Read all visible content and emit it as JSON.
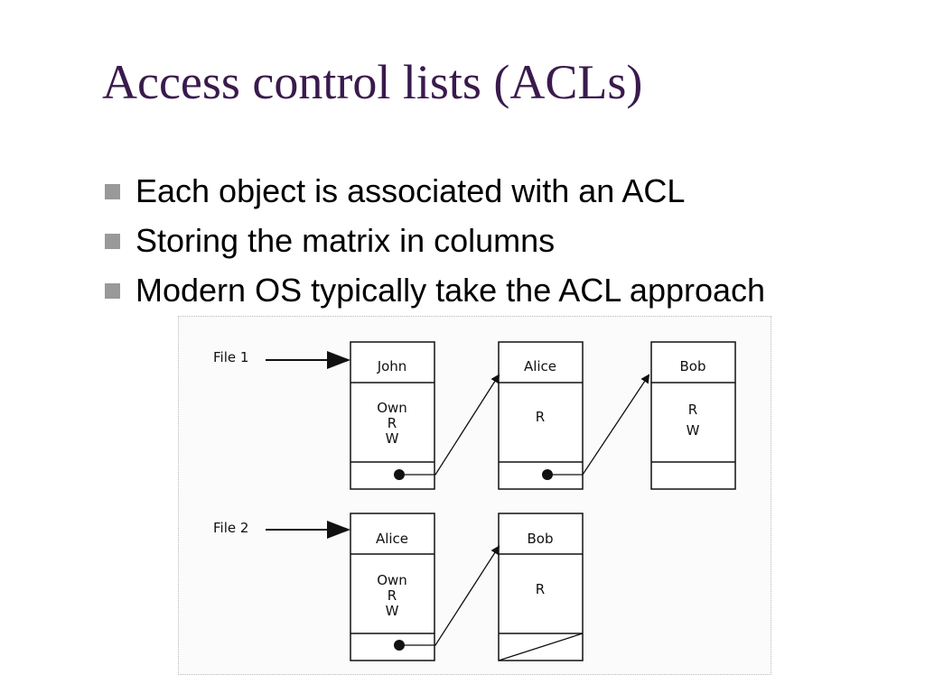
{
  "colors": {
    "title": "#3a1a4d",
    "bullet": "#999999",
    "ink": "#111111"
  },
  "slide": {
    "title": "Access control lists (ACLs)",
    "bullets": [
      "Each object is associated with an ACL",
      "Storing the matrix in columns",
      "Modern OS typically take the ACL approach"
    ]
  },
  "diagram": {
    "file1": {
      "label": "File 1",
      "entries": [
        {
          "user": "John",
          "rights": [
            "Own",
            "R",
            "W"
          ],
          "next": "pointer"
        },
        {
          "user": "Alice",
          "rights": [
            "R"
          ],
          "next": "pointer"
        },
        {
          "user": "Bob",
          "rights": [
            "R",
            "W"
          ],
          "next": "empty"
        }
      ]
    },
    "file2": {
      "label": "File 2",
      "entries": [
        {
          "user": "Alice",
          "rights": [
            "Own",
            "R",
            "W"
          ],
          "next": "pointer"
        },
        {
          "user": "Bob",
          "rights": [
            "R"
          ],
          "next": "null"
        }
      ]
    }
  }
}
